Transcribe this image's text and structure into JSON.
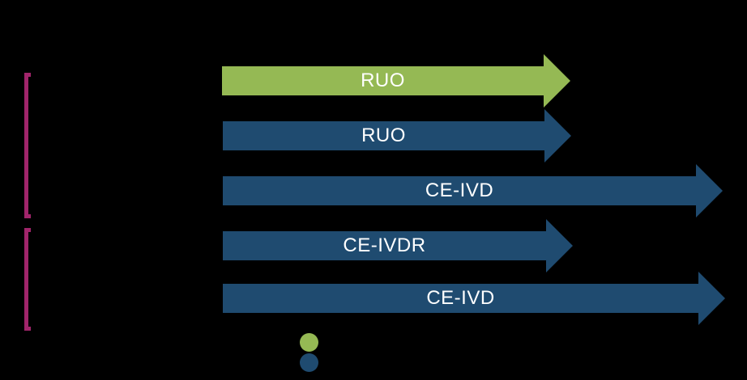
{
  "diagram": {
    "background_color": "#000000",
    "label_text_color": "#FFFFFF",
    "arrows": [
      {
        "label": "RUO",
        "color": "#95B954"
      },
      {
        "label": "RUO",
        "color": "#1F4B70"
      },
      {
        "label": "CE-IVD",
        "color": "#1F4B70"
      },
      {
        "label": "CE-IVDR",
        "color": "#1F4B70"
      },
      {
        "label": "CE-IVD",
        "color": "#1F4B70"
      }
    ],
    "brackets": [
      {
        "color": "#A1256B"
      },
      {
        "color": "#A1256B"
      }
    ],
    "legend": {
      "dots": [
        {
          "color": "#95B954"
        },
        {
          "color": "#1F4B70"
        }
      ]
    }
  }
}
